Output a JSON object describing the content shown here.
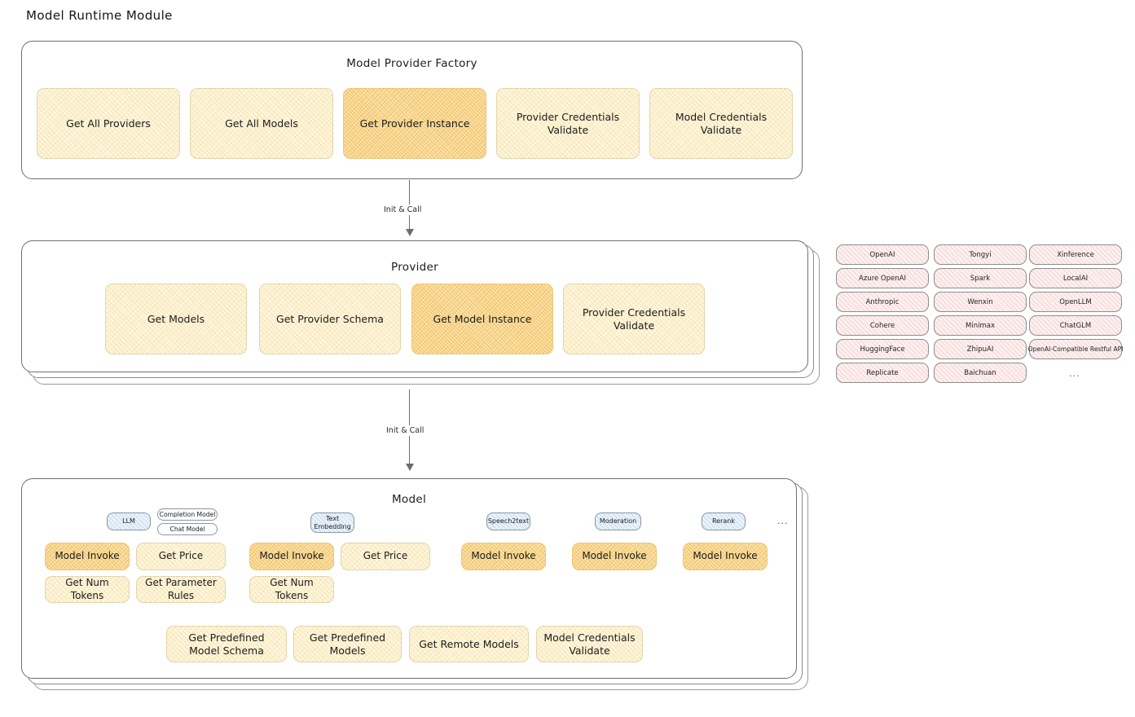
{
  "page": {
    "title": "Model Runtime Module"
  },
  "factory": {
    "title": "Model Provider Factory",
    "methods": [
      {
        "label": "Get All Providers",
        "highlight": false
      },
      {
        "label": "Get All Models",
        "highlight": false
      },
      {
        "label": "Get Provider Instance",
        "highlight": true
      },
      {
        "label": "Provider Credentials Validate",
        "highlight": false
      },
      {
        "label": "Model Credentials Validate",
        "highlight": false
      }
    ]
  },
  "arrows": [
    {
      "label": "Init & Call"
    },
    {
      "label": "Init & Call"
    }
  ],
  "provider": {
    "title": "Provider",
    "methods": [
      {
        "label": "Get Models",
        "highlight": false
      },
      {
        "label": "Get Provider Schema",
        "highlight": false
      },
      {
        "label": "Get Model Instance",
        "highlight": true
      },
      {
        "label": "Provider Credentials Validate",
        "highlight": false
      }
    ]
  },
  "provider_list": {
    "columns": [
      [
        "OpenAI",
        "Azure OpenAI",
        "Anthropic",
        "Cohere",
        "HuggingFace",
        "Replicate"
      ],
      [
        "Tongyi",
        "Spark",
        "Wenxin",
        "Minimax",
        "ZhipuAI",
        "Baichuan"
      ],
      [
        "Xinference",
        "LocalAI",
        "OpenLLM",
        "ChatGLM",
        "OpenAI-Compatible Restful API"
      ]
    ],
    "more": "..."
  },
  "model": {
    "title": "Model",
    "more_tabs": "...",
    "types": [
      {
        "tab": "LLM",
        "subtabs": [
          "Completion Model",
          "Chat Model"
        ],
        "methods": [
          {
            "label": "Model Invoke",
            "highlight": true
          },
          {
            "label": "Get Price",
            "highlight": false
          },
          {
            "label": "Get Num Tokens",
            "highlight": false
          },
          {
            "label": "Get Parameter Rules",
            "highlight": false
          }
        ]
      },
      {
        "tab": "Text Embedding",
        "subtabs": [],
        "methods": [
          {
            "label": "Model Invoke",
            "highlight": true
          },
          {
            "label": "Get Price",
            "highlight": false
          },
          {
            "label": "Get Num Tokens",
            "highlight": false
          }
        ]
      },
      {
        "tab": "Speech2text",
        "subtabs": [],
        "methods": [
          {
            "label": "Model Invoke",
            "highlight": true
          }
        ]
      },
      {
        "tab": "Moderation",
        "subtabs": [],
        "methods": [
          {
            "label": "Model Invoke",
            "highlight": true
          }
        ]
      },
      {
        "tab": "Rerank",
        "subtabs": [],
        "methods": [
          {
            "label": "Model Invoke",
            "highlight": true
          }
        ]
      }
    ],
    "common_methods": [
      {
        "label": "Get Predefined Model Schema",
        "highlight": false
      },
      {
        "label": "Get Predefined Models",
        "highlight": false
      },
      {
        "label": "Get Remote Models",
        "highlight": false
      },
      {
        "label": "Model Credentials Validate",
        "highlight": false
      }
    ]
  },
  "colors": {
    "accent_fill": "#fdf6e0",
    "accent_highlight": "#fbe3ae",
    "provider_pill": "#fdf0f0",
    "tab_pill": "#e9f2fb",
    "stroke": "#6f6f6f"
  }
}
